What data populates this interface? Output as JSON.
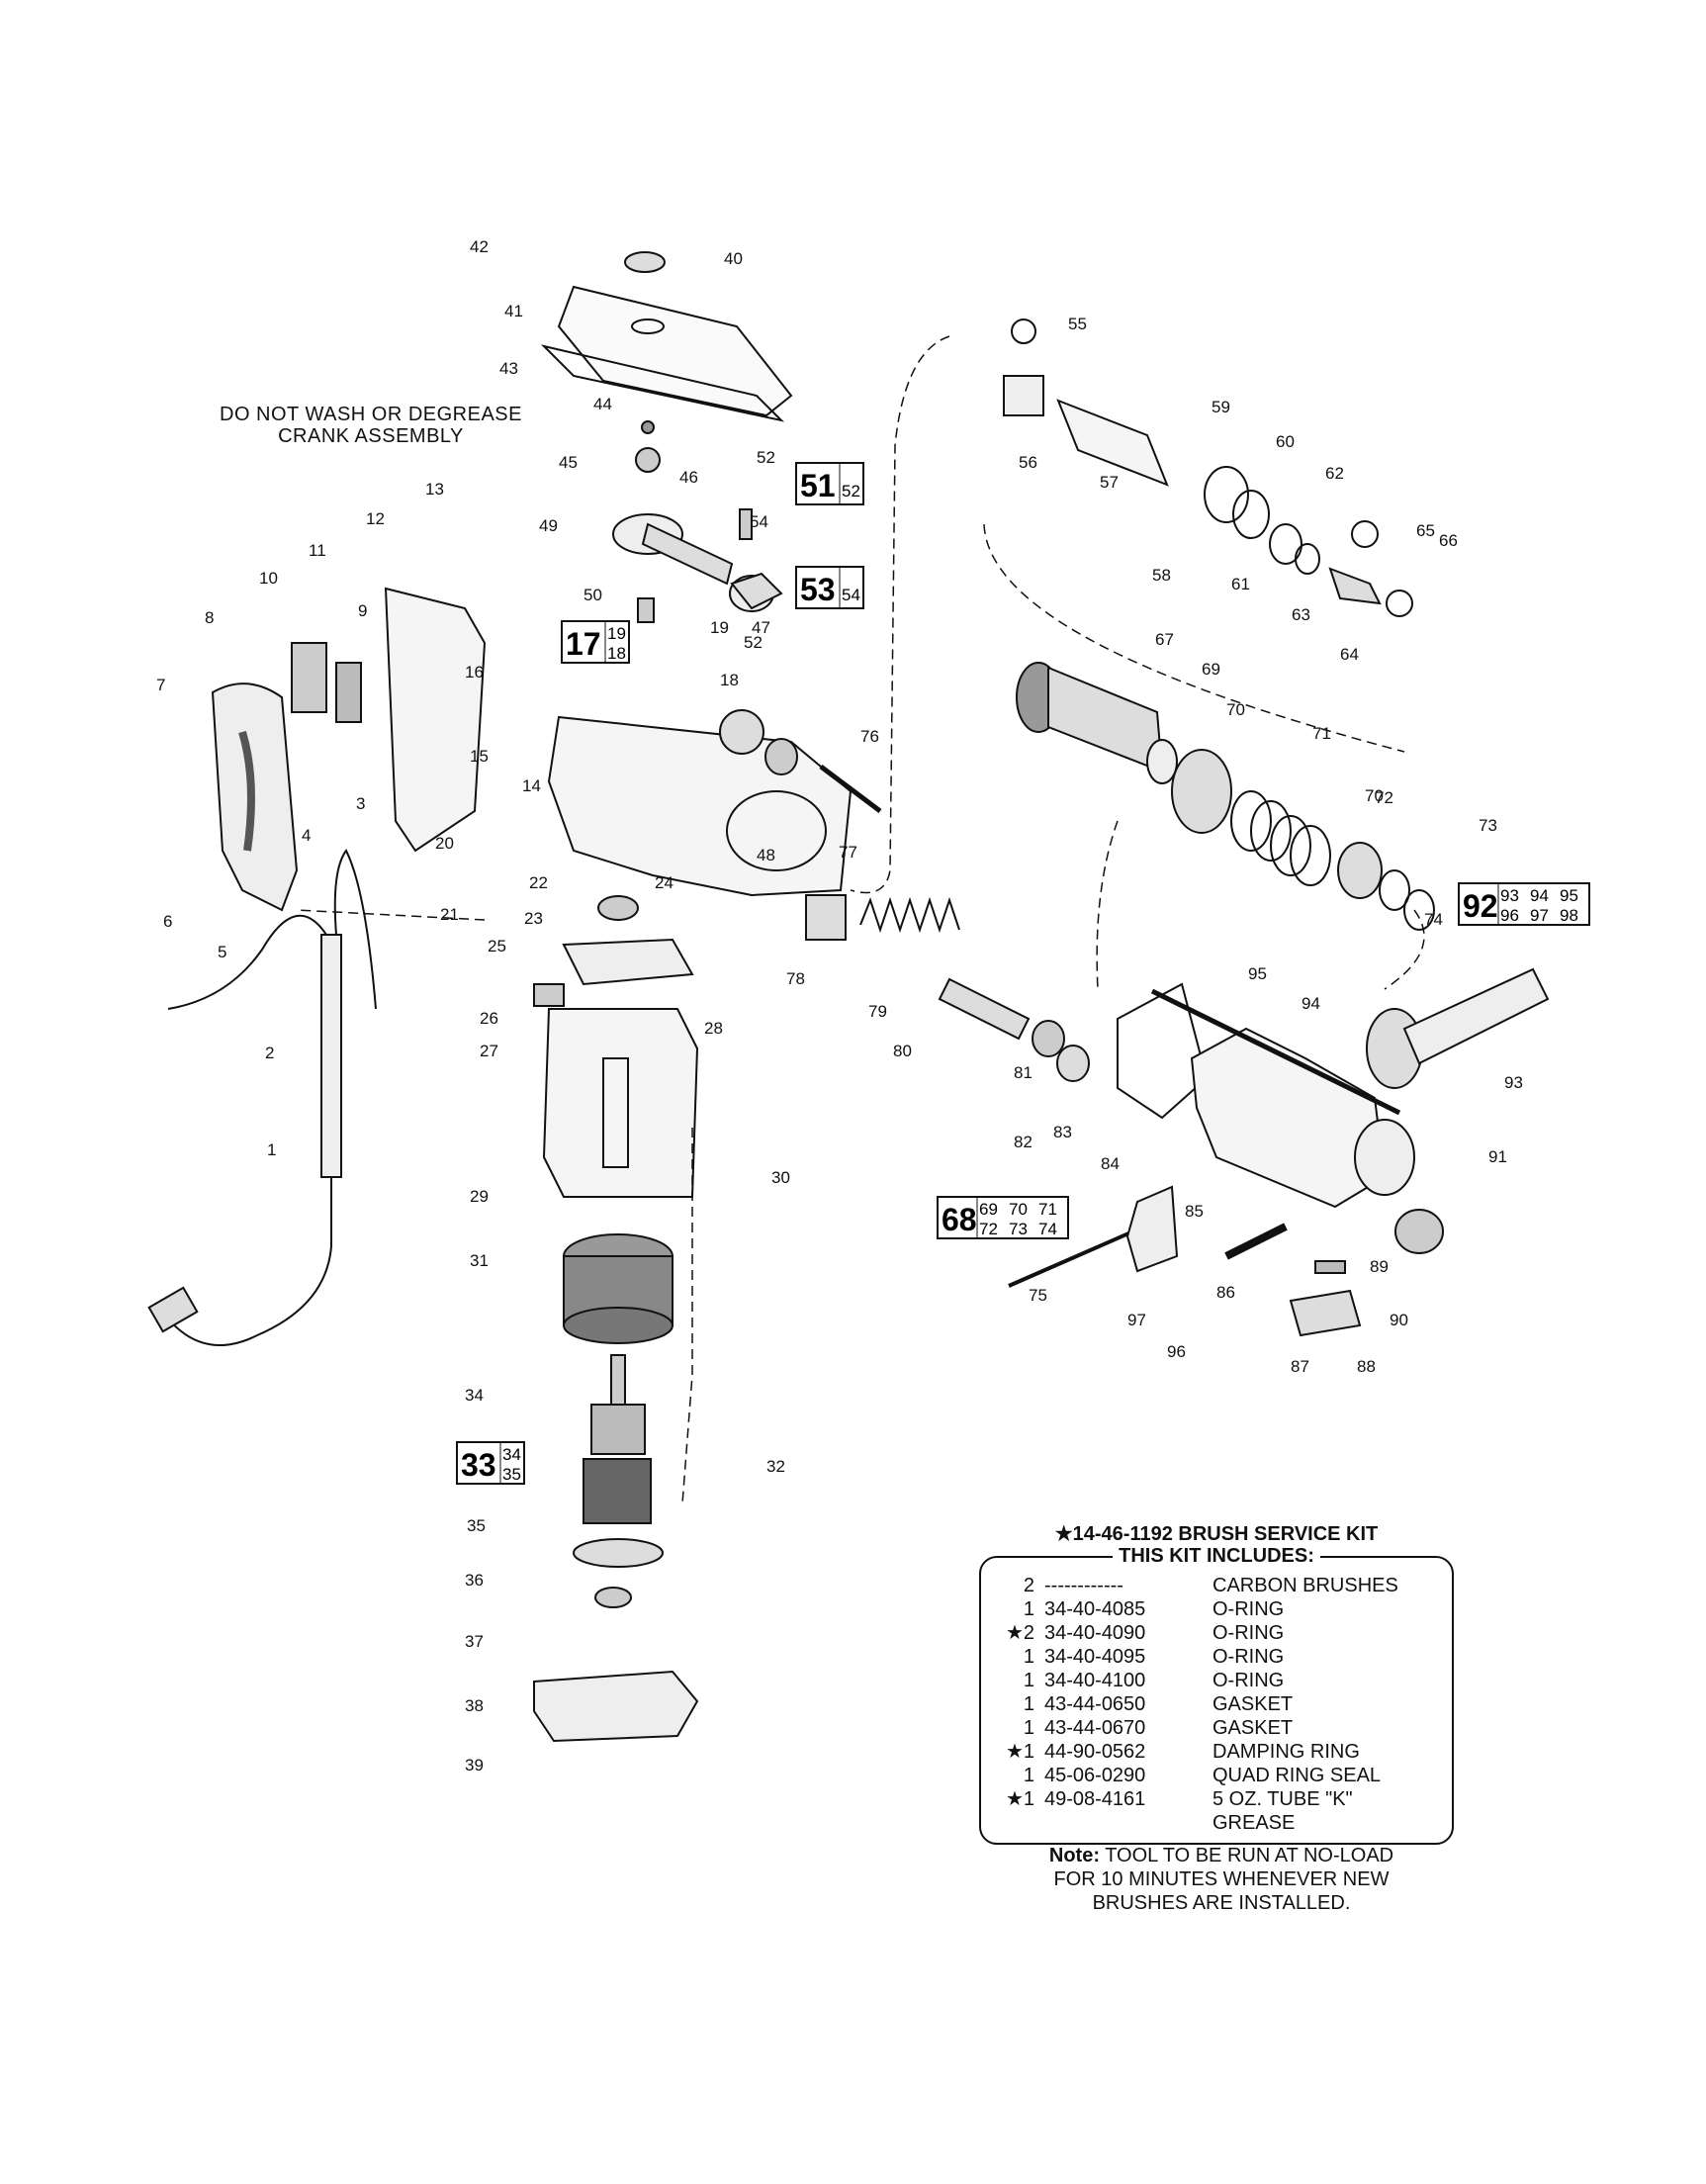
{
  "warning": [
    "DO NOT WASH OR DEGREASE",
    "CRANK ASSEMBLY"
  ],
  "callouts": [
    "1",
    "2",
    "3",
    "4",
    "5",
    "6",
    "7",
    "8",
    "9",
    "10",
    "11",
    "12",
    "13",
    "14",
    "15",
    "16",
    "18",
    "19",
    "20",
    "21",
    "22",
    "23",
    "24",
    "25",
    "26",
    "27",
    "28",
    "29",
    "30",
    "31",
    "32",
    "34",
    "35",
    "36",
    "37",
    "38",
    "39",
    "40",
    "41",
    "42",
    "43",
    "44",
    "45",
    "46",
    "47",
    "48",
    "49",
    "50",
    "52",
    "52",
    "54",
    "55",
    "56",
    "57",
    "58",
    "59",
    "60",
    "61",
    "62",
    "63",
    "64",
    "65",
    "66",
    "67",
    "69",
    "70",
    "70",
    "71",
    "72",
    "73",
    "74",
    "75",
    "76",
    "77",
    "78",
    "79",
    "80",
    "81",
    "82",
    "83",
    "84",
    "85",
    "86",
    "87",
    "88",
    "89",
    "90",
    "91",
    "93",
    "94",
    "95",
    "96",
    "97"
  ],
  "assemblies": [
    {
      "id": "51",
      "sub": [
        "52"
      ]
    },
    {
      "id": "53",
      "sub": [
        "54"
      ]
    },
    {
      "id": "17",
      "sub": [
        "19",
        "18"
      ]
    },
    {
      "id": "33",
      "sub": [
        "34",
        "35"
      ]
    },
    {
      "id": "92",
      "top": [
        "93",
        "94",
        "95"
      ],
      "bottom": [
        "96",
        "97",
        "98"
      ]
    },
    {
      "id": "68",
      "top": [
        "69",
        "70",
        "71"
      ],
      "bottom": [
        "72",
        "73",
        "74"
      ]
    }
  ],
  "kit": {
    "title": "★14-46-1192 BRUSH SERVICE KIT",
    "includes": "THIS KIT INCLUDES:",
    "items": [
      {
        "qty": "2",
        "part": "------------",
        "desc": "CARBON BRUSHES"
      },
      {
        "qty": "1",
        "part": "34-40-4085",
        "desc": "O-RING"
      },
      {
        "qty": "★2",
        "part": "34-40-4090",
        "desc": "O-RING"
      },
      {
        "qty": "1",
        "part": "34-40-4095",
        "desc": "O-RING"
      },
      {
        "qty": "1",
        "part": "34-40-4100",
        "desc": "O-RING"
      },
      {
        "qty": "1",
        "part": "43-44-0650",
        "desc": "GASKET"
      },
      {
        "qty": "1",
        "part": "43-44-0670",
        "desc": "GASKET"
      },
      {
        "qty": "★1",
        "part": "44-90-0562",
        "desc": "DAMPING RING"
      },
      {
        "qty": "1",
        "part": "45-06-0290",
        "desc": "QUAD RING SEAL"
      },
      {
        "qty": "★1",
        "part": "49-08-4161",
        "desc": "5 OZ. TUBE \"K\" GREASE"
      }
    ]
  },
  "note": {
    "label": "Note:",
    "lines": [
      "TOOL TO BE RUN AT NO-LOAD",
      "FOR 10 MINUTES WHENEVER NEW",
      "BRUSHES ARE INSTALLED."
    ]
  }
}
